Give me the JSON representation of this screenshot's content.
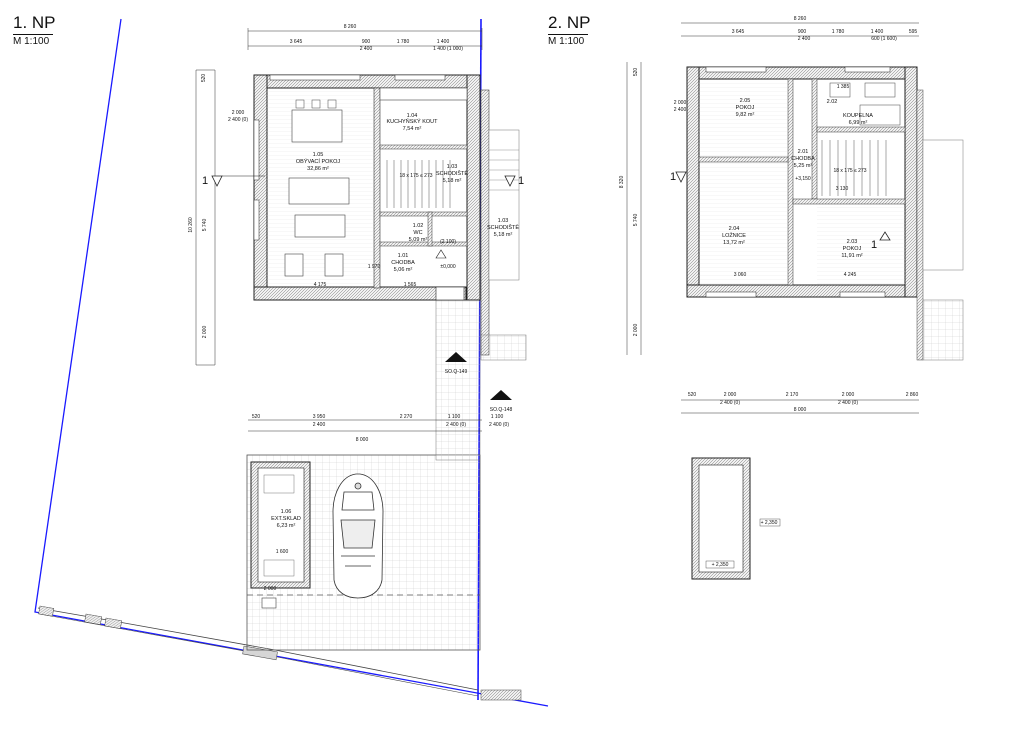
{
  "floor1": {
    "title": "1. NP",
    "scale": "M 1:100",
    "rooms": [
      {
        "num": "1.05",
        "name": "OBÝVACÍ POKOJ",
        "area": "32,86 m²"
      },
      {
        "num": "1.04",
        "name": "KUCHYŇSKÝ KOUT",
        "area": "7,54 m²"
      },
      {
        "num": "1.03",
        "name": "SCHODIŠTĚ",
        "area": "5,18 m²"
      },
      {
        "num": "1.02",
        "name": "WC",
        "area": "5,09 m²"
      },
      {
        "num": "1.01",
        "name": "CHODBA",
        "area": "5,06 m²"
      },
      {
        "num": "1.03",
        "name": "SCHODIŠTĚ",
        "area": "5,18 m²"
      },
      {
        "num": "1.06",
        "name": "EXT.SKLAD",
        "area": "6,23 m²"
      }
    ],
    "dims_top": [
      "8 260",
      "3 645",
      "900",
      "1 780",
      "1 400",
      "2 400",
      "1 400 (1 000)"
    ],
    "dims_bottom": [
      "520",
      "3 950",
      "2 270",
      "1 100",
      "2 400",
      "2 400 (0)",
      "8 000"
    ],
    "dims_left": [
      "520",
      "2 000",
      "2 400 (0)",
      "10 260",
      "5 740",
      "2 000"
    ],
    "misc": [
      "18 x 175 ≤ 273",
      "±0,000",
      "(2 100)",
      "4 175",
      "1 565",
      "1 970",
      "SO.Q-149",
      "SO.Q-148",
      "2 000",
      "1 600",
      "1 100",
      "2 400 (0)"
    ],
    "section_marks": [
      "1",
      "1"
    ]
  },
  "floor2": {
    "title": "2. NP",
    "scale": "M 1:100",
    "rooms": [
      {
        "num": "2.05",
        "name": "POKOJ",
        "area": "9,82 m²"
      },
      {
        "num": "2.02",
        "name": "KOUPELNA",
        "area": "6,99 m²"
      },
      {
        "num": "2.01",
        "name": "CHODBA",
        "area": "5,25 m²"
      },
      {
        "num": "2.04",
        "name": "LOŽNICE",
        "area": "13,72 m²"
      },
      {
        "num": "2.03",
        "name": "POKOJ",
        "area": "11,91 m²"
      }
    ],
    "dims_top": [
      "8 260",
      "3 645",
      "900",
      "1 780",
      "1 400",
      "600 (1 600)",
      "2 400",
      "595"
    ],
    "dims_bottom": [
      "520",
      "2 000",
      "2 400 (0)",
      "2 170",
      "2 000",
      "2 400 (0)",
      "2 860",
      "8 000"
    ],
    "dims_left": [
      "520",
      "2 000",
      "2 400",
      "8 320",
      "5 740",
      "2 000"
    ],
    "misc": [
      "+3,150",
      "18 x 175 ≤ 273",
      "3 060",
      "4 245",
      "3 130",
      "1 385",
      "+ 2,350",
      "+ 2,350"
    ],
    "section_marks": [
      "1",
      "1"
    ]
  },
  "colors": {
    "boundary": "#1a1aff",
    "wall": "#2a2a2a",
    "grid": "#bdbdbd"
  }
}
